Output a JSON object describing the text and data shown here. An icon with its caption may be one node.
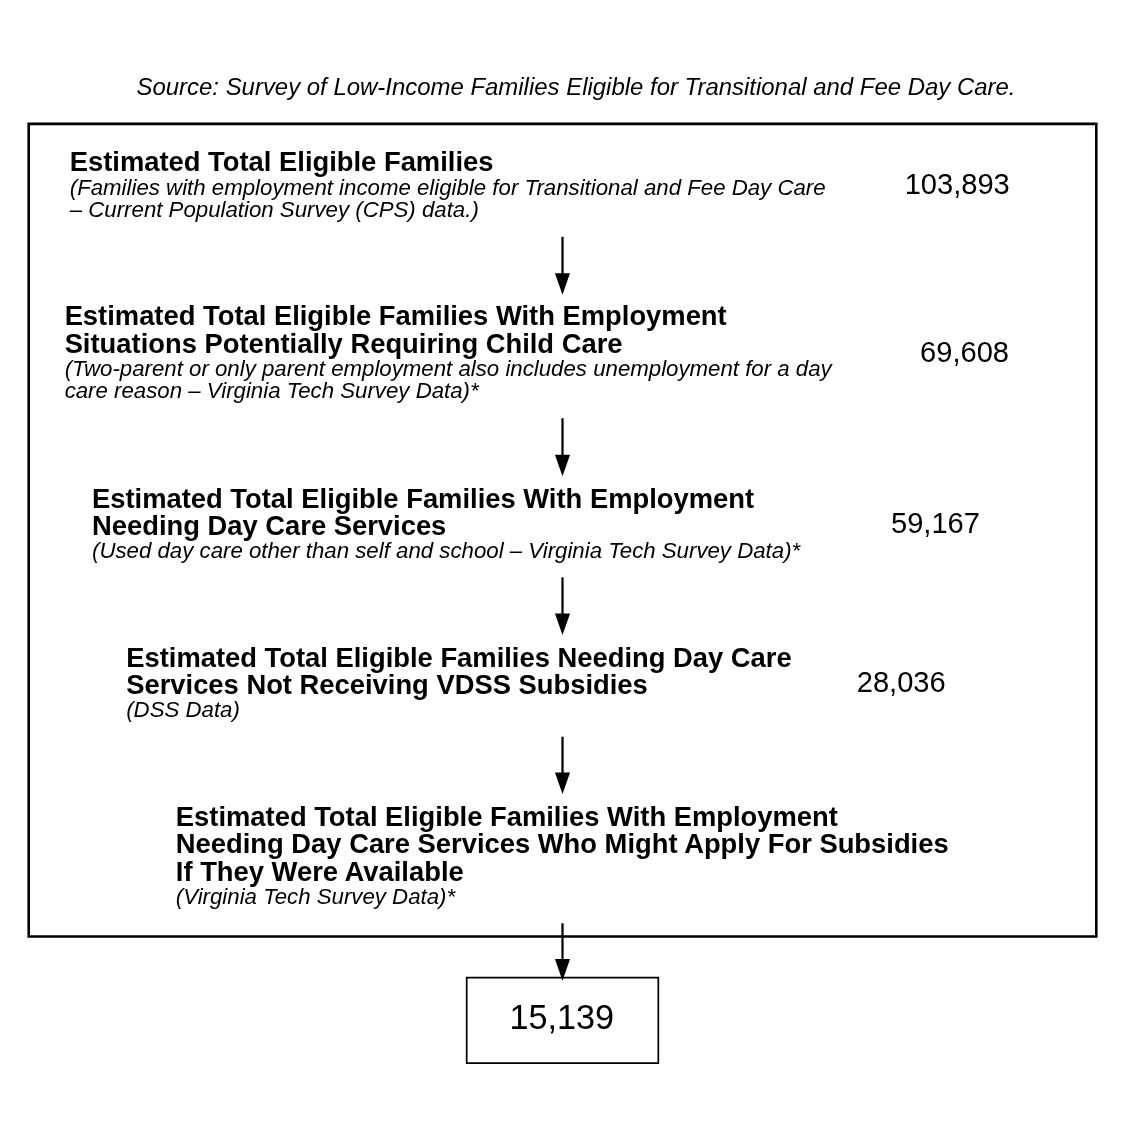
{
  "diagram": {
    "title": "Source: Survey of Low-Income Families Eligible for Transitional and Fee Day Care.",
    "nodes": [
      {
        "text": [],
        "shape": "funnel"
      },
      {
        "text": [
          "Estimated Total Eligible Families",
          "(Families with employment income eligible for Transitional and Fee Day Care – Current Population Survey (CPS) data.)"
        ],
        "beside": [
          "103,893"
        ],
        "in": 0
      },
      {
        "text": [
          "Estimated Total Eligible Families With Employment Situations Potentially Requiring Child Care",
          "(Two-parent or only parent employment also includes unemployment for a day care reason – Virginia Tech Survey Data)*"
        ],
        "beside": [
          "69,608"
        ],
        "in": 0
      },
      {
        "text": [
          "Estimated Total Eligible Families With Employment Needing Day Care Services",
          "(Used day care other than self and school – Virginia Tech Survey Data)*"
        ],
        "beside": [
          "59,167"
        ],
        "in": 0
      },
      {
        "text": [
          "Estimated Total Eligible Families Needing Day Care Services Not Receiving VDSS Subsidies",
          "(DSS Data)"
        ],
        "beside": [
          "28,036"
        ],
        "in": 0
      },
      {
        "text": [
          "Estimated Total Eligible Families With Employment Needing Day Care Services Who Might Apply For Subsidies If They Were Available",
          "(Virginia Tech Survey Data)*"
        ],
        "in": 0
      },
      {
        "text": [
          "15,139"
        ]
      }
    ],
    "edges": [
      {
        "from": 1,
        "to": 2,
        "arrow": "to"
      },
      {
        "from": 2,
        "to": 3,
        "arrow": "to"
      },
      {
        "from": 3,
        "to": 4,
        "arrow": "to"
      },
      {
        "from": 4,
        "to": 5,
        "arrow": "to"
      },
      {
        "from": 5,
        "to": 6,
        "arrow": "to"
      }
    ]
  }
}
